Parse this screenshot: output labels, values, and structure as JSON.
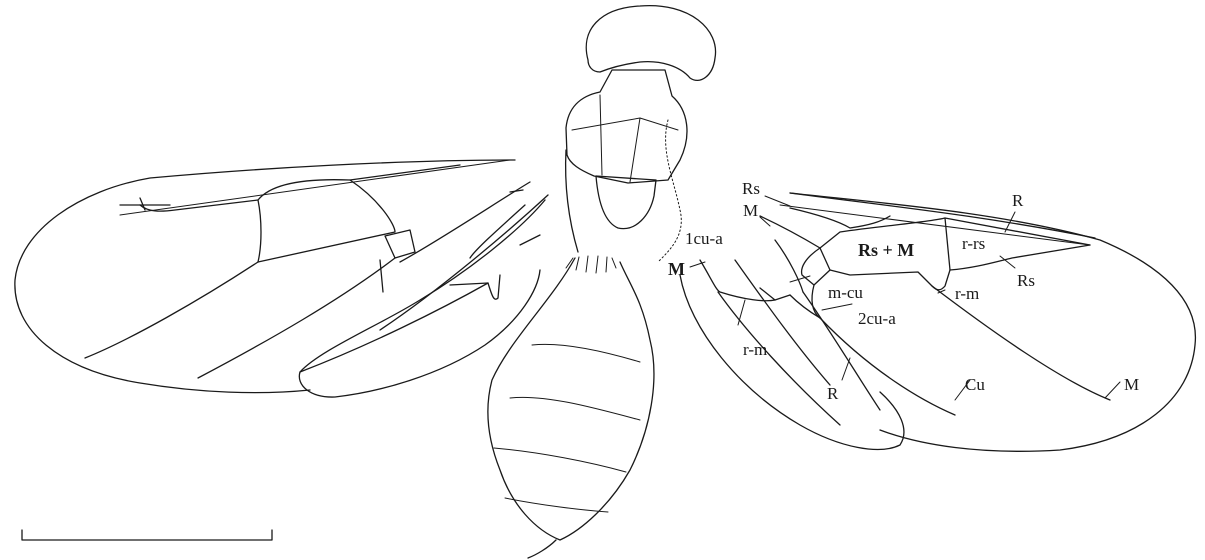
{
  "labels": {
    "rs_top": "Rs",
    "r_top": "R",
    "m_top": "M",
    "rs_plus_m": "Rs + M",
    "r_rs": "r-rs",
    "rs_right": "Rs",
    "one_cu_a": "1cu-a",
    "m_left": "M",
    "m_cu": "m-cu",
    "r_m_right": "r-m",
    "two_cu_a": "2cu-a",
    "r_m_lower": "r-m",
    "r_lower": "R",
    "cu": "Cu",
    "m_right": "M"
  }
}
